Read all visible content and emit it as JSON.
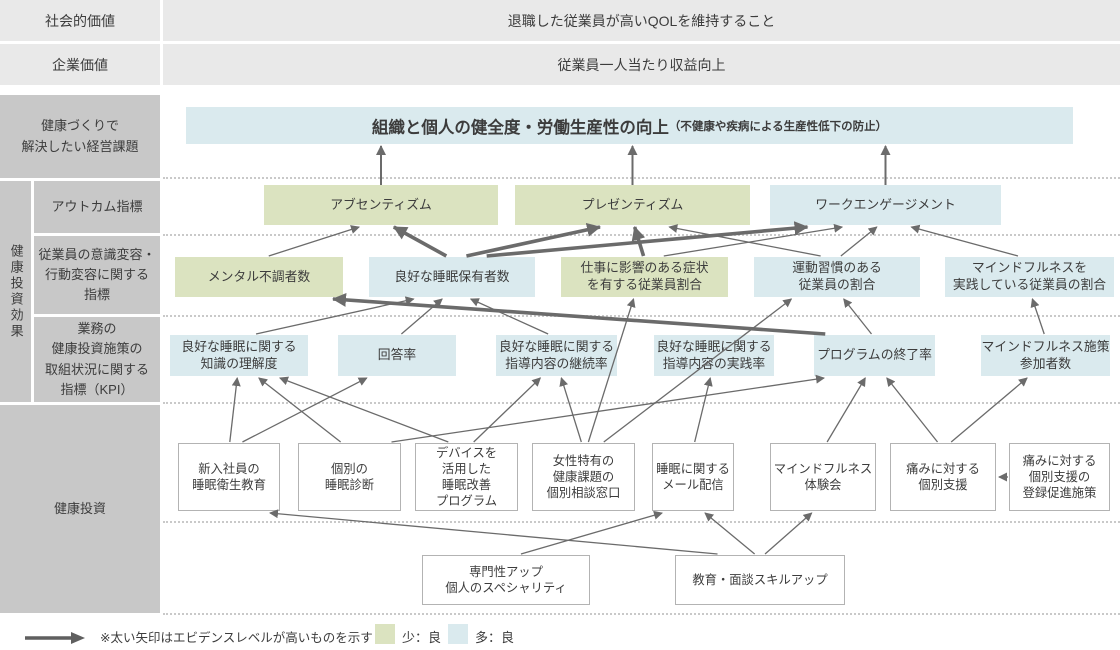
{
  "header_rows": [
    {
      "label": "社会的価値",
      "value": "退職した従業員が高いQOLを維持すること"
    },
    {
      "label": "企業価値",
      "value": "従業員一人当たり収益向上"
    }
  ],
  "sidebar": {
    "management_issue": "健康づくりで\n解決したい経営課題",
    "effect_group": "健康投資効果",
    "outcome": "アウトカム指標",
    "behavior": "従業員の意識変容・\n行動変容に関する\n指標",
    "kpi": "業務の\n健康投資施策の\n取組状況に関する\n指標（KPI）",
    "investment": "健康投資"
  },
  "goal": {
    "title": "組織と個人の健全度・労働生産性の向上",
    "note": "（不健康や疾病による生産性低下の防止）"
  },
  "boxes": [
    {
      "id": "absenteeism",
      "label": "アブセンティズム",
      "tone": "green"
    },
    {
      "id": "presenteeism",
      "label": "プレゼンティズム",
      "tone": "green"
    },
    {
      "id": "engagement",
      "label": "ワークエンゲージメント",
      "tone": "blue"
    },
    {
      "id": "mental",
      "label": "メンタル不調者数",
      "tone": "green"
    },
    {
      "id": "sleep",
      "label": "良好な睡眠保有者数",
      "tone": "blue"
    },
    {
      "id": "symptoms",
      "label": "仕事に影響のある症状\nを有する従業員割合",
      "tone": "green"
    },
    {
      "id": "exercise",
      "label": "運動習慣のある\n従業員の割合",
      "tone": "blue"
    },
    {
      "id": "mindful_practice",
      "label": "マインドフルネスを\n実践している従業員の割合",
      "tone": "blue"
    },
    {
      "id": "knowledge",
      "label": "良好な睡眠に関する\n知識の理解度",
      "tone": "blue"
    },
    {
      "id": "response",
      "label": "回答率",
      "tone": "blue"
    },
    {
      "id": "continuation",
      "label": "良好な睡眠に関する\n指導内容の継続率",
      "tone": "blue"
    },
    {
      "id": "practice",
      "label": "良好な睡眠に関する\n指導内容の実践率",
      "tone": "blue"
    },
    {
      "id": "completion",
      "label": "プログラムの終了率",
      "tone": "blue"
    },
    {
      "id": "participants",
      "label": "マインドフルネス施策\n参加者数",
      "tone": "blue"
    },
    {
      "id": "newhire",
      "label": "新入社員の\n睡眠衛生教育",
      "tone": "white"
    },
    {
      "id": "diagnosis",
      "label": "個別の\n睡眠診断",
      "tone": "white"
    },
    {
      "id": "device",
      "label": "デバイスを\n活用した\n睡眠改善\nプログラム",
      "tone": "white"
    },
    {
      "id": "consult",
      "label": "女性特有の\n健康課題の\n個別相談窓口",
      "tone": "white"
    },
    {
      "id": "mail",
      "label": "睡眠に関する\nメール配信",
      "tone": "white"
    },
    {
      "id": "event",
      "label": "マインドフルネス\n体験会",
      "tone": "white"
    },
    {
      "id": "pain",
      "label": "痛みに対する\n個別支援",
      "tone": "white"
    },
    {
      "id": "registration",
      "label": "痛みに対する\n個別支援の\n登録促進施策",
      "tone": "white"
    },
    {
      "id": "specialty",
      "label": "専門性アップ\n個人のスペシャリティ",
      "tone": "white"
    },
    {
      "id": "training",
      "label": "教育・面談スキルアップ",
      "tone": "white"
    }
  ],
  "arrows": [
    {
      "from": "absenteeism",
      "to": "goal",
      "weight": "mid"
    },
    {
      "from": "presenteeism",
      "to": "goal",
      "weight": "mid"
    },
    {
      "from": "engagement",
      "to": "goal",
      "weight": "mid"
    },
    {
      "from": "mental",
      "to": "absenteeism",
      "weight": "thin"
    },
    {
      "from": "sleep",
      "to": "absenteeism",
      "weight": "thick"
    },
    {
      "from": "sleep",
      "to": "presenteeism",
      "weight": "thick"
    },
    {
      "from": "sleep",
      "to": "engagement",
      "weight": "thick"
    },
    {
      "from": "symptoms",
      "to": "presenteeism",
      "weight": "thick"
    },
    {
      "from": "symptoms",
      "to": "engagement",
      "weight": "thin"
    },
    {
      "from": "exercise",
      "to": "presenteeism",
      "weight": "thin"
    },
    {
      "from": "exercise",
      "to": "engagement",
      "weight": "thin"
    },
    {
      "from": "mindful_practice",
      "to": "engagement",
      "weight": "thin"
    },
    {
      "from": "completion",
      "to": "mental",
      "weight": "thick"
    },
    {
      "from": "knowledge",
      "to": "sleep",
      "weight": "thin"
    },
    {
      "from": "response",
      "to": "sleep",
      "weight": "thin"
    },
    {
      "from": "continuation",
      "to": "sleep",
      "weight": "thin"
    },
    {
      "from": "completion",
      "to": "exercise",
      "weight": "thin"
    },
    {
      "from": "participants",
      "to": "mindful_practice",
      "weight": "thin"
    },
    {
      "from": "consult",
      "to": "symptoms",
      "weight": "thin"
    },
    {
      "from": "consult",
      "to": "exercise",
      "weight": "thin"
    },
    {
      "from": "newhire",
      "to": "knowledge",
      "weight": "thin"
    },
    {
      "from": "newhire",
      "to": "response",
      "weight": "thin"
    },
    {
      "from": "diagnosis",
      "to": "knowledge",
      "weight": "thin"
    },
    {
      "from": "diagnosis",
      "to": "completion",
      "weight": "thin"
    },
    {
      "from": "device",
      "to": "knowledge",
      "weight": "thin"
    },
    {
      "from": "device",
      "to": "continuation",
      "weight": "thin"
    },
    {
      "from": "consult",
      "to": "continuation",
      "weight": "thin"
    },
    {
      "from": "mail",
      "to": "practice",
      "weight": "thin"
    },
    {
      "from": "event",
      "to": "completion",
      "weight": "thin"
    },
    {
      "from": "pain",
      "to": "completion",
      "weight": "thin"
    },
    {
      "from": "pain",
      "to": "participants",
      "weight": "thin"
    },
    {
      "from": "registration",
      "to": "pain",
      "weight": "thin",
      "horizontal": true
    },
    {
      "from": "specialty",
      "to": "mail",
      "weight": "thin"
    },
    {
      "from": "training",
      "to": "mail",
      "weight": "thin"
    },
    {
      "from": "training",
      "to": "newhire",
      "weight": "thin"
    },
    {
      "from": "training",
      "to": "event",
      "weight": "thin"
    }
  ],
  "legend": {
    "note": "※太い矢印はエビデンスレベルが高いものを示す",
    "few_good": "少：良",
    "many_good": "多：良"
  },
  "colors": {
    "green": "#dbe3c0",
    "blue": "#daeaee",
    "sidebar_gray": "#c8c8c8",
    "bar_gray": "#e9e9e9",
    "arrow": "#6b6b6b"
  }
}
